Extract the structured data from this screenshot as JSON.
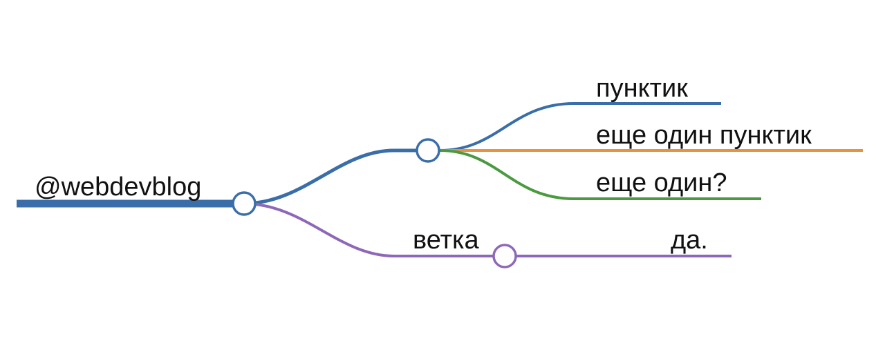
{
  "mindmap": {
    "colors": {
      "blue": "#3a6ea8",
      "orange": "#e8913f",
      "green": "#4a9a3f",
      "purple": "#8e68b8"
    },
    "root": {
      "label": "@webdevblog",
      "color": "#3a6ea8"
    },
    "branches": [
      {
        "label": "",
        "color": "#3a6ea8",
        "children": [
          {
            "label": "пунктик",
            "color": "#3a6ea8"
          },
          {
            "label": "еще один пунктик",
            "color": "#e8913f"
          },
          {
            "label": "еще один?",
            "color": "#4a9a3f"
          }
        ]
      },
      {
        "label": "ветка",
        "color": "#8e68b8",
        "children": [
          {
            "label": "да.",
            "color": "#8e68b8"
          }
        ]
      }
    ]
  }
}
